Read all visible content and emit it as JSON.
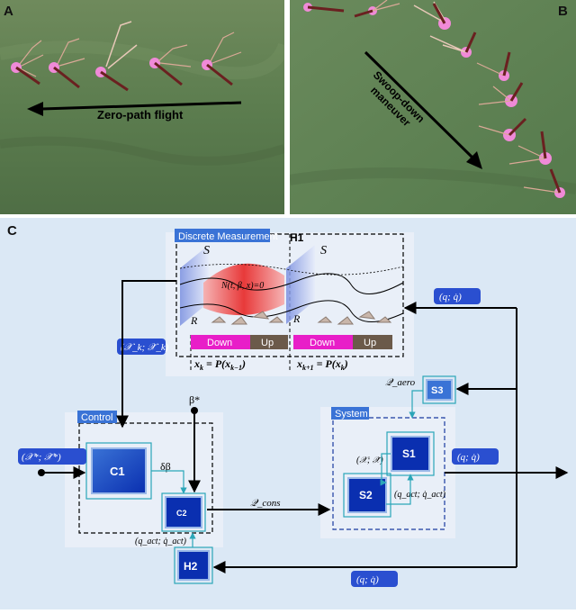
{
  "panels": {
    "a": {
      "letter": "A",
      "caption": "Zero-path flight"
    },
    "b": {
      "letter": "B",
      "caption_line1": "Swoop-down",
      "caption_line2": "maneuver"
    },
    "c": {
      "letter": "C"
    }
  },
  "diagram": {
    "h1": {
      "tab": "Discrete Measurement",
      "title": "H1",
      "surface_label": "S",
      "region_label": "R",
      "manifold_eq": "N(t, β, x)=0",
      "phase_down": "Down",
      "phase_up": "Up",
      "eq_left": "x",
      "eq_left_sub": "k",
      "eq_left_rhs": "= P(x",
      "eq_left_rhs_sub": "k−1",
      "eq_right": "x",
      "eq_right_sub": "k+1",
      "eq_right_rhs": "= P(x",
      "eq_right_rhs_sub": "k",
      "close_paren": ")"
    },
    "control": {
      "tab": "Control",
      "c1": "C1",
      "c2": "C2",
      "delta_beta": "δβ",
      "beta_star": "β*",
      "qact_label": "(q_act; q̇_act)"
    },
    "system": {
      "tab": "System",
      "s1": "S1",
      "s2": "S2",
      "s3": "S3",
      "state_label": "(𝒳; 𝒳̇)",
      "qact_label": "(q_act; q̇_act)",
      "q_aero": "𝒬_aero"
    },
    "h2": {
      "label": "H2"
    },
    "signals": {
      "x_star": "(𝒳*; 𝒳̇*)",
      "x_k": "(𝒳_k; 𝒳̇_k)",
      "q_cons": "𝒬_cons",
      "q_top": "(q; q̇)",
      "q_right": "(q; q̇)",
      "q_bottom": "(q; q̇)"
    }
  },
  "colors": {
    "panel_bg": "#dbe8f5",
    "block_dark": "#0a2fb0",
    "block_light": "#3a73d6",
    "teal": "#2ba6b8",
    "magenta": "#e81ec8",
    "brown": "#6b5a4a",
    "surface_red": "#e83030",
    "surface_blue": "#7a8fe0"
  }
}
